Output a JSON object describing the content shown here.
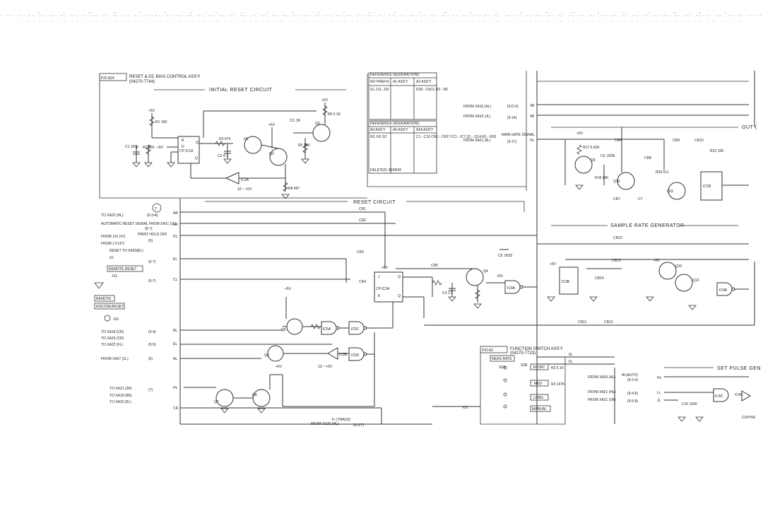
{
  "assy_main": {
    "pc_ref": "P/O A24",
    "title": "RESET & DC BIAS CONTROL ASS'Y",
    "part": "(04270-7744)"
  },
  "sections": {
    "initial_reset": "INITIAL RESET CIRCUIT",
    "reset_circuit": "RESET CIRCUIT",
    "sample_rate": "SAMPLE RATE GENERATOR",
    "out": "OUT (",
    "set_pulse": "SET PULSE GEN"
  },
  "ref_table": {
    "title1": "REFERENCE DESIGNATIONS",
    "h1": [
      "NO PREFIX",
      "A1 ASS'Y",
      "A2 ASS'Y"
    ],
    "r1": [
      "S1 J13, J16",
      "",
      "DS6 - DS11 R3 - R6"
    ],
    "title2": "REFERENCE DESIGNATIONS",
    "h2": [
      "A3 ASS'Y",
      "A5 ASS'Y",
      "A24 ASS'Y"
    ],
    "r2": [
      "R2, R3 S2",
      "",
      "C1 - C10 CR1 - CR17 IC1 - IC7 Q1 - Q14 R1 - R35"
    ],
    "deleted": "DELETED: A24R34"
  },
  "function_switch": {
    "pc_ref": "P/O A3",
    "title": "FUNCTION SWITCH ASS'Y",
    "part": "(04270-7723)",
    "meas_rate": "MEAS RATE",
    "short": "SHORT",
    "med": "MED",
    "long": "LONG",
    "manual": "MANUAL",
    "s2a": "S2A",
    "s2b": "S2B",
    "r2": "R2 5.1K",
    "r3": "R3 147K"
  },
  "signals_left": [
    {
      "text": "TO XA22 (HL)",
      "ref": "(9-3-A)"
    },
    {
      "text": "AUTOMATIC RESET SIGNAL FROM XA21 (1L)",
      "ref": "(8-7)"
    },
    {
      "text": "FROM J10 (47)",
      "ref": "(6)"
    },
    {
      "text": "FROM J 9 (47)",
      "ref": ""
    },
    {
      "text": "RESET  TO XA23(EL)",
      "ref": "(9-7)"
    },
    {
      "text": "REMOTE RESET",
      "ref": "(9-7)"
    },
    {
      "text": "TO XA18 (CR)",
      "ref": "(9-4)"
    },
    {
      "text": "TO XA16 (CR)",
      "ref": "(9-5)"
    },
    {
      "text": "TO XA22 (FL)",
      "ref": ""
    },
    {
      "text": "FROM XA27 (1L)",
      "ref": "(5)"
    },
    {
      "text": "TO XA21 (2R)",
      "ref": "(7)"
    },
    {
      "text": "TO XA19 (6R)",
      "ref": ""
    },
    {
      "text": "TO XA20 (5L)",
      "ref": ""
    }
  ],
  "signals_right": [
    {
      "text": "FROM XA16 (AL)",
      "ref": "(9-D-5)"
    },
    {
      "text": "FROM XA16 (JL)",
      "ref": "(9-14)"
    },
    {
      "text": "FROM XA21 (6L)",
      "ref": "(9-17)"
    },
    {
      "text": "FROM XA25 (AL)",
      "ref": "(9-3-4)"
    },
    {
      "text": "FROM XA21 (HL)",
      "ref": "(9-4-8)"
    },
    {
      "text": "FROM XA21 (1R)",
      "ref": "(9-5-8)"
    },
    {
      "text": "FROM XA25 (HL)",
      "ref": "(9-3-7)"
    }
  ],
  "labels": {
    "print_hold_off": "PRINT HOLD OFF",
    "main_gate_signal": "MAIN GATE SIGNAL",
    "remote": "REMOTE",
    "encode_reset": "ENCODE/RESET",
    "fa_auto": "fA (AUTO)",
    "fr_track": "Fr (TRACK)",
    "copyright": "COPYRI",
    "cr1": "CR1",
    "cr2": "CR2",
    "cr3": "CR3",
    "cr4": "CR4",
    "cr5": "CR5",
    "cr11": "CR11",
    "cr12": "CR12",
    "cr13": "CR13",
    "cr14": "CR14",
    "cr15": "CR15",
    "cr6": "CR6",
    "cr7": "CR7",
    "cr8": "CR8",
    "cr9": "CR9",
    "cr10": "CR10",
    "ic1a": "CP IC1A",
    "ic2a": "IC2A",
    "ic3a": "CP IC3A",
    "ic3b": "IC3B",
    "ic4a": "IC4A",
    "ic4b": "IC4B",
    "ic4c": "IC4C",
    "ic5a": "IC5A",
    "ic5b": "IC5B",
    "ic5c": "IC5C",
    "ic5d": "IC5D",
    "ic1b": "IC1B",
    "q1": "Q1",
    "q2": "Q2",
    "q3": "Q3",
    "q4": "Q4",
    "q5": "Q5",
    "q6": "Q6",
    "q7": "Q7",
    "q8": "Q8",
    "q9": "Q9",
    "q10": "Q10",
    "q11": "Q11",
    "q12": "Q12",
    "q13": "Q13",
    "plus5v": "+5V",
    "r1": "R1 10K",
    "r2": "R2 10K",
    "r3": "R3 47K",
    "r5": "R5 10K",
    "r6": "R6 5.1K",
    "r8": "R8 487",
    "r17": "R17 5.62K",
    "r18": "R18 10K",
    "r20": "R20 511",
    "r22": "R22 10K",
    "c1": "C1 100μ",
    "c2": "C2 4.7",
    "c3": "C3 .3K",
    "c4": "C4 1.5",
    "c5": "C5 .0022",
    "c6": "C6 .0039",
    "c7": "C7",
    "c10": "C10 1500",
    "s1": "S1",
    "j13": "J13",
    "j16": "J16",
    "gnd_to": "TO XA23(EL)",
    "v10": "10 ~ +5V",
    "v13": "13 ~ +5V"
  },
  "pins_left": [
    "AR",
    "BR",
    "DL",
    "EL",
    "CL",
    "BL",
    "EL",
    "AL",
    "HL",
    "CR"
  ],
  "pins_right": [
    "3R",
    "4R",
    "HL",
    "5L",
    "FL",
    "HL",
    "LL",
    "JL"
  ]
}
